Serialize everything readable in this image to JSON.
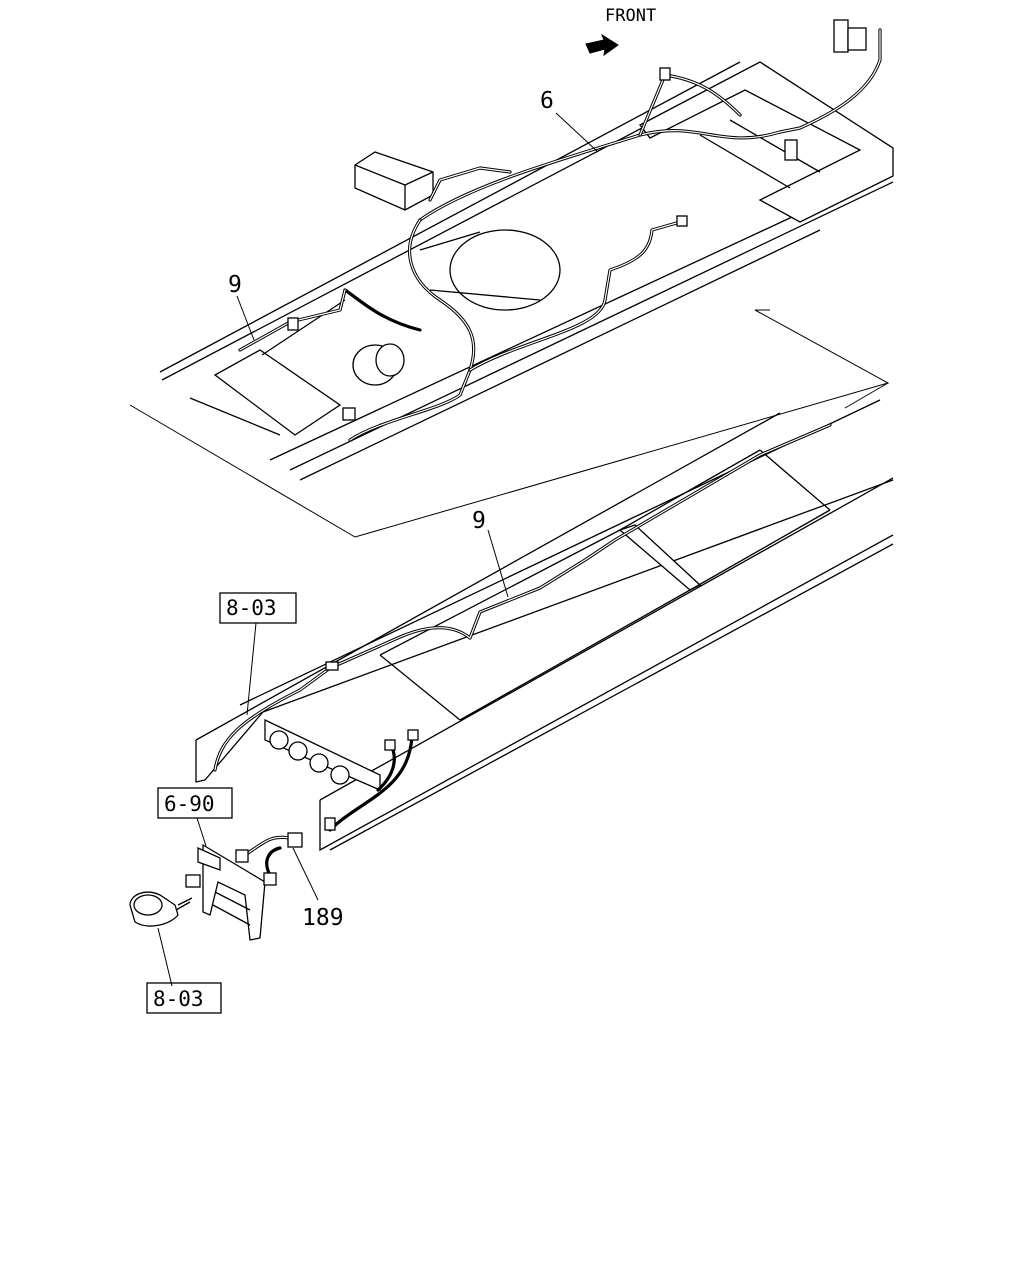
{
  "orientation": {
    "label": "FRONT"
  },
  "callouts": {
    "upper_harness": "6",
    "upper_wire": "9",
    "lower_wire": "9",
    "connector": "189"
  },
  "references": {
    "rear_harness_ref": "8-03",
    "bracket_ref": "6-90",
    "lamp_ref": "8-03"
  }
}
